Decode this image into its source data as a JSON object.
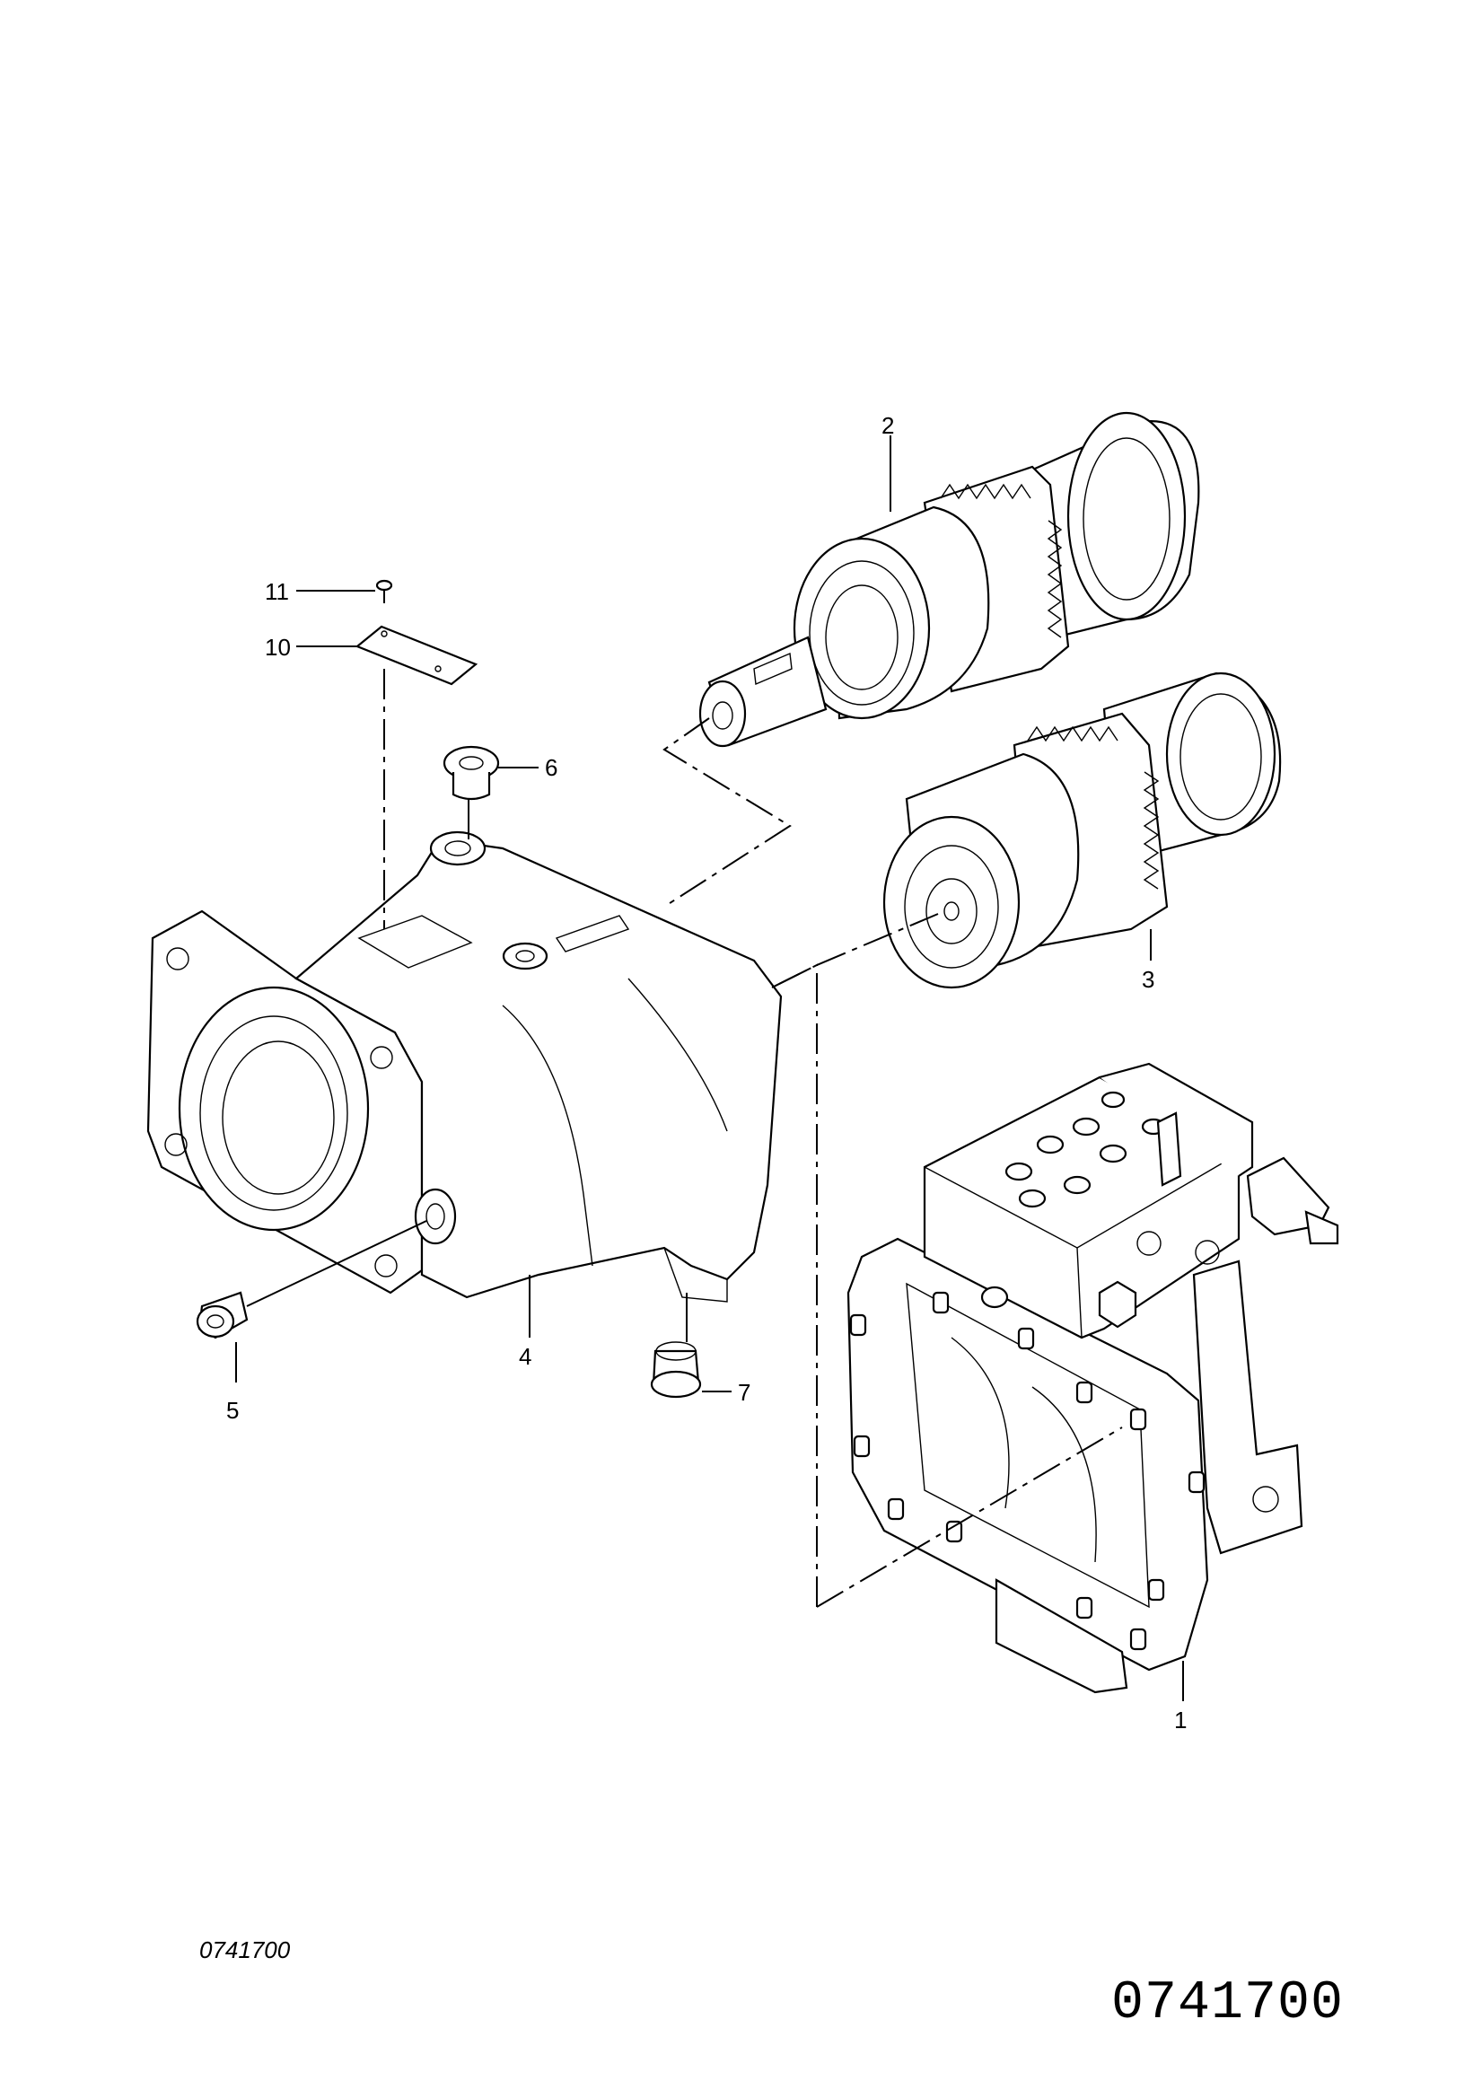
{
  "callouts": {
    "c1": "1",
    "c2": "2",
    "c3": "3",
    "c4": "4",
    "c5": "5",
    "c6": "6",
    "c7": "7",
    "c10": "10",
    "c11": "11"
  },
  "drawing_ref_small": "0741700",
  "drawing_ref_large": "0741700"
}
